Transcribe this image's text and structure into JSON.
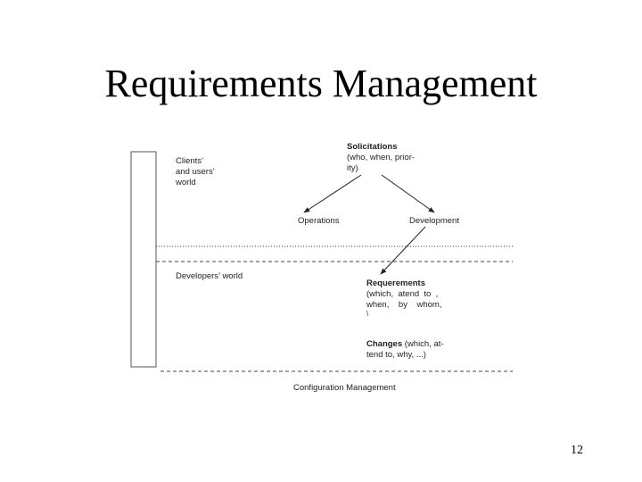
{
  "slide": {
    "title": "Requirements Management",
    "page_number": "12"
  },
  "diagram": {
    "clients_world": [
      "Clients’",
      "and users’",
      "world"
    ],
    "solicitations": {
      "heading": "Solicitations",
      "detail": [
        "(who, when, prior-",
        "ity)"
      ]
    },
    "operations": "Operations",
    "development": "Development",
    "developers_world": "Developers’ world",
    "requirements": {
      "heading": "Requerements",
      "detail": [
        "(which,  atend  to  ,",
        "when,    by    whom,",
        "\\"
      ]
    },
    "changes": {
      "heading": "Changes",
      "detail_inline": "(which, at-",
      "detail": [
        "tend to, why, ...)"
      ]
    },
    "configuration_management": "Configuration Management"
  }
}
